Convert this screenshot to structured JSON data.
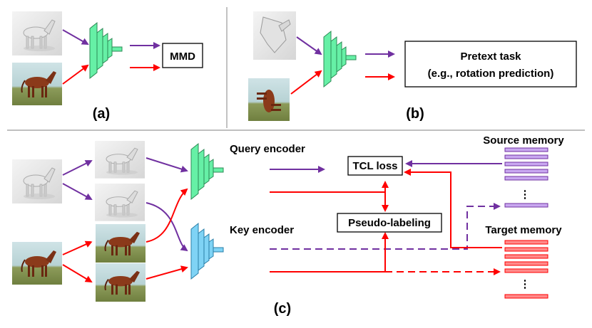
{
  "panels": {
    "a": {
      "caption": "(a)",
      "loss_label": "MMD"
    },
    "b": {
      "caption": "(b)",
      "task_line1": "Pretext task",
      "task_line2": "(e.g., rotation prediction)"
    },
    "c": {
      "caption": "(c)",
      "query_encoder": "Query encoder",
      "key_encoder": "Key encoder",
      "loss_label": "TCL loss",
      "pseudo_label": "Pseudo-labeling",
      "source_memory": "Source memory",
      "target_memory": "Target memory",
      "ellipsis": "⋮"
    }
  },
  "colors": {
    "source_arrow": "#7030a0",
    "target_arrow": "#ff0000",
    "query_encoder_fill": "#66f0a6",
    "key_encoder_fill": "#7fd3f5",
    "source_memory_fill": "#c9a8f0",
    "target_memory_fill": "#ff8a8a"
  },
  "icons": {
    "source_image": "gray-3d-horse-render",
    "target_image": "brown-horse-photo"
  }
}
